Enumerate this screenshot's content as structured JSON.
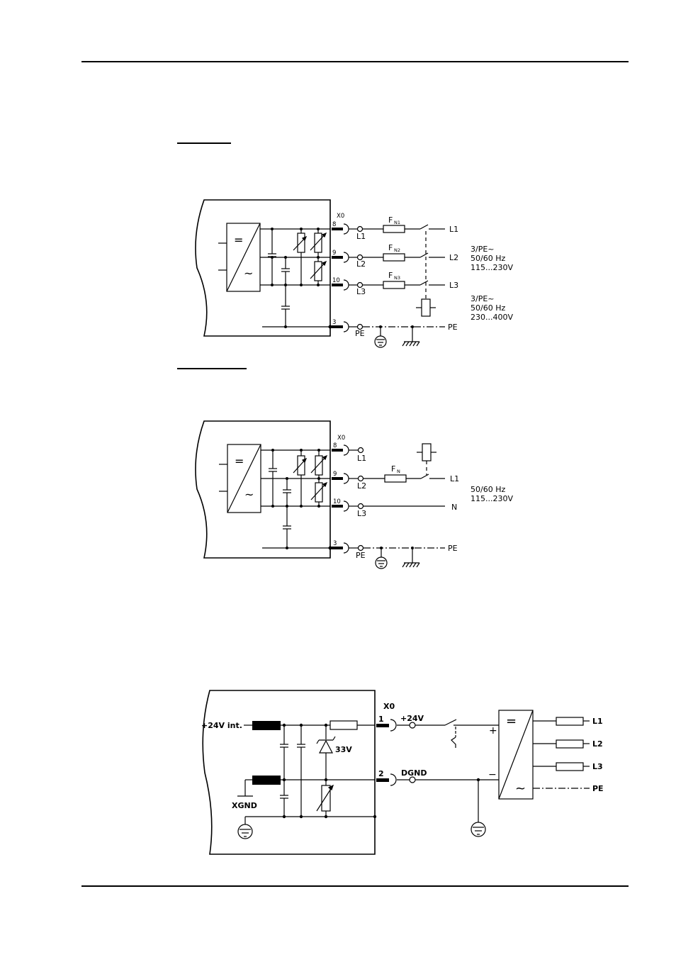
{
  "diagram_1": {
    "connector": "X0",
    "pins": [
      "8",
      "9",
      "10",
      "3"
    ],
    "terminal_labels": [
      "L1",
      "L2",
      "L3",
      "PE"
    ],
    "fuses": [
      "F",
      "F",
      "F"
    ],
    "fuse_subs": [
      "N1",
      "N2",
      "N3"
    ],
    "line_labels": [
      "L1",
      "L2",
      "L3",
      "PE"
    ],
    "spec_a": [
      "3/PE~",
      "50/60 Hz",
      "115...230V"
    ],
    "spec_b": [
      "3/PE~",
      "50/60 Hz",
      "230...400V"
    ],
    "converter": {
      "top": "=",
      "bottom": "~"
    }
  },
  "diagram_2": {
    "connector": "X0",
    "pins": [
      "8",
      "9",
      "10",
      "3"
    ],
    "terminal_labels": [
      "L1",
      "L2",
      "L3",
      "PE"
    ],
    "fuse": "F",
    "fuse_sub": "N",
    "line_labels": [
      "L1",
      "N",
      "PE"
    ],
    "spec": [
      "50/60 Hz",
      "115...230V"
    ],
    "converter": {
      "top": "=",
      "bottom": "~"
    }
  },
  "diagram_3": {
    "internal_supply": "+24V int.",
    "ground_label": "XGND",
    "zener": "33V",
    "connector": "X0",
    "pins": [
      "1",
      "2"
    ],
    "terminal_labels": [
      "+24V",
      "DGND"
    ],
    "polarity": [
      "+",
      "−"
    ],
    "psu": {
      "top": "=",
      "bottom": "~"
    },
    "outputs": [
      "L1",
      "L2",
      "L3",
      "PE"
    ]
  }
}
